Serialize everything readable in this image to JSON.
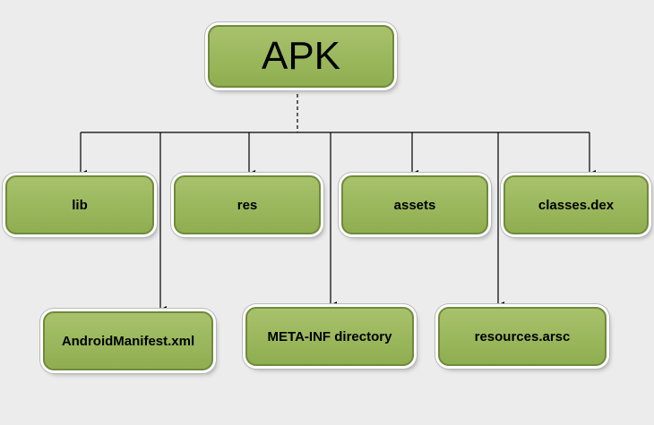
{
  "root": {
    "label": "APK"
  },
  "top_row": [
    {
      "label": "lib"
    },
    {
      "label": "res"
    },
    {
      "label": "assets"
    },
    {
      "label": "classes.dex"
    }
  ],
  "bottom_row": [
    {
      "label": "AndroidManifest.xml"
    },
    {
      "label": "META-INF directory"
    },
    {
      "label": "resources.arsc"
    }
  ],
  "colors": {
    "node_fill": "#9ab85c",
    "node_border": "#6f8a3a",
    "connector": "#000000",
    "background": "#ececec"
  }
}
